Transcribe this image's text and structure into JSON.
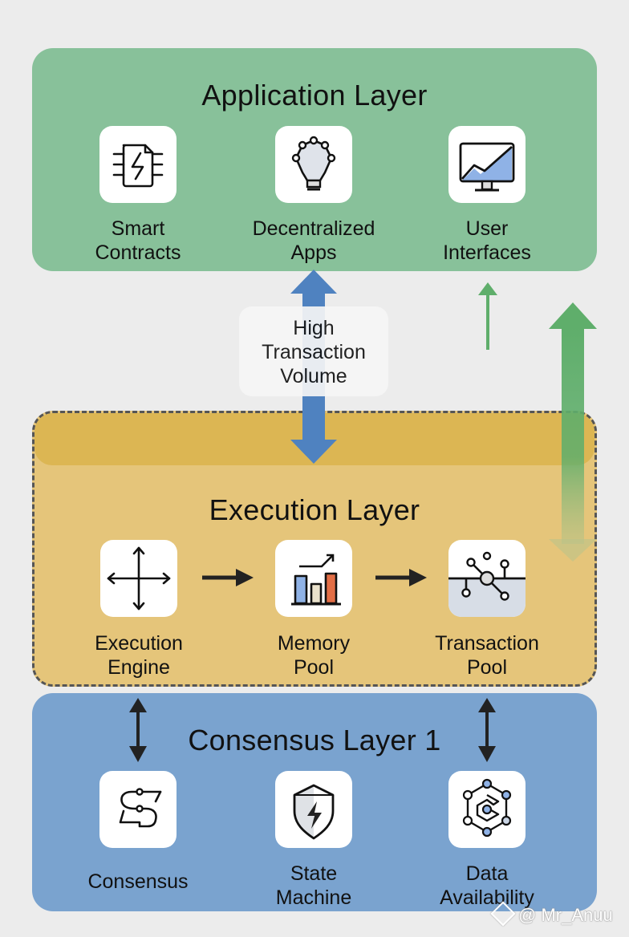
{
  "diagram": {
    "application_layer": {
      "title": "Application Layer",
      "color": "#88c19a",
      "items": [
        {
          "label_line1": "Smart",
          "label_line2": "Contracts",
          "icon": "smart-contract-chip-icon"
        },
        {
          "label_line1": "Decentralized",
          "label_line2": "Apps",
          "icon": "network-lightbulb-icon"
        },
        {
          "label_line1": "User",
          "label_line2": "Interfaces",
          "icon": "monitor-chart-icon"
        }
      ]
    },
    "connector_note": {
      "line1": "High",
      "line2": "Transaction",
      "line3": "Volume",
      "arrow_color": "#4f82c0"
    },
    "execution_layer": {
      "title": "Execution Layer",
      "color": "#e5c57a",
      "items": [
        {
          "label_line1": "Execution",
          "label_line2": "Engine",
          "icon": "four-way-arrows-icon"
        },
        {
          "label_line1": "Memory",
          "label_line2": "Pool",
          "icon": "bar-chart-trend-icon"
        },
        {
          "label_line1": "Transaction",
          "label_line2": "Pool",
          "icon": "node-network-icon"
        }
      ]
    },
    "consensus_layer": {
      "title": "Consensus Layer 1",
      "color": "#7aa3cf",
      "items": [
        {
          "label_line1": "Consensus",
          "label_line2": "",
          "icon": "s-circuit-icon"
        },
        {
          "label_line1": "State",
          "label_line2": "Machine",
          "icon": "shield-bolt-icon"
        },
        {
          "label_line1": "Data",
          "label_line2": "Availability",
          "icon": "hexagon-network-icon"
        }
      ]
    },
    "arrow_colors": {
      "green": "#5fae6b",
      "blue": "#4f82c0",
      "dark": "#222222"
    }
  },
  "watermark": {
    "text": "@ Mr_Anuu"
  }
}
